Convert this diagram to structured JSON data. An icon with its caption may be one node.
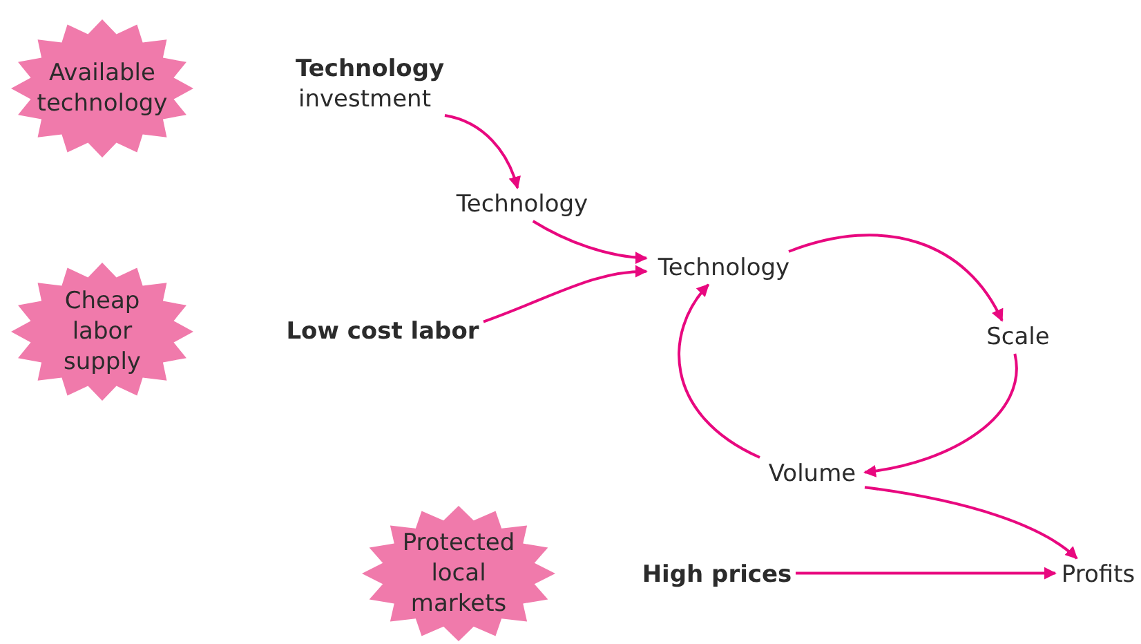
{
  "diagram": {
    "nodes": [
      {
        "text": [
          "Available technology"
        ]
      },
      {
        "text": [
          "**Technology** investment"
        ]
      },
      {
        "text": [
          "Technology"
        ]
      },
      {
        "text": [
          "Cheap labor supply"
        ]
      },
      {
        "text": [
          "Low cost labor"
        ]
      },
      {
        "text": [
          "Technology"
        ]
      },
      {
        "text": [
          "Scale"
        ]
      },
      {
        "text": [
          "Volume"
        ]
      },
      {
        "text": [
          "Protected local markets"
        ]
      },
      {
        "text": [
          "High prices"
        ]
      },
      {
        "text": [
          "Profits"
        ]
      }
    ],
    "edges": [
      {
        "from": 1,
        "to": 2,
        "arrow": "to"
      },
      {
        "from": 2,
        "to": 5,
        "arrow": "to"
      },
      {
        "from": 4,
        "to": 5,
        "arrow": "to"
      },
      {
        "from": 5,
        "to": 6,
        "arrow": "to"
      },
      {
        "from": 6,
        "to": 7,
        "arrow": "to"
      },
      {
        "from": 7,
        "to": 5,
        "arrow": "to"
      },
      {
        "from": 7,
        "to": 10,
        "arrow": "to"
      },
      {
        "from": 9,
        "to": 10,
        "arrow": "to"
      }
    ]
  }
}
